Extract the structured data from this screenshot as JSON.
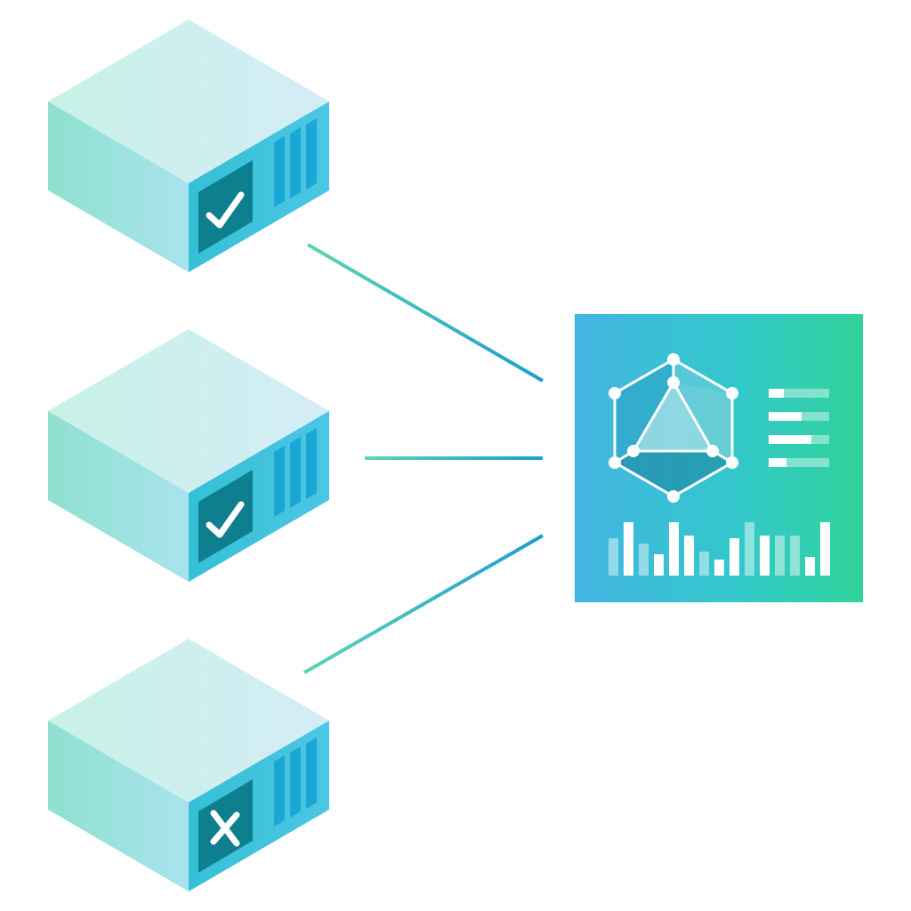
{
  "diagram": {
    "servers": [
      {
        "id": "server-1",
        "status": "ok",
        "status_icon": "checkmark-icon"
      },
      {
        "id": "server-2",
        "status": "ok",
        "status_icon": "checkmark-icon"
      },
      {
        "id": "server-3",
        "status": "failed",
        "status_icon": "cross-icon"
      }
    ],
    "connections": [
      {
        "from": "server-1",
        "to": "dashboard"
      },
      {
        "from": "server-2",
        "to": "dashboard"
      },
      {
        "from": "server-3",
        "to": "dashboard"
      }
    ],
    "dashboard": {
      "graph_icon": "graphql-network-icon",
      "progress_bars": [
        0.25,
        0.55,
        0.7,
        0.3
      ],
      "mini_bar_chart": [
        {
          "value": 0.7,
          "highlight": false
        },
        {
          "value": 1.0,
          "highlight": true
        },
        {
          "value": 0.6,
          "highlight": false
        },
        {
          "value": 0.4,
          "highlight": true
        },
        {
          "value": 1.0,
          "highlight": true
        },
        {
          "value": 0.75,
          "highlight": true
        },
        {
          "value": 0.45,
          "highlight": false
        },
        {
          "value": 0.3,
          "highlight": true
        },
        {
          "value": 0.7,
          "highlight": true
        },
        {
          "value": 1.0,
          "highlight": false
        },
        {
          "value": 0.75,
          "highlight": true
        },
        {
          "value": 0.75,
          "highlight": false
        },
        {
          "value": 0.75,
          "highlight": false
        },
        {
          "value": 0.35,
          "highlight": true
        },
        {
          "value": 1.0,
          "highlight": true
        }
      ]
    },
    "colors": {
      "box_top_light": "#d2eef4",
      "box_top_mint": "#c6f0e6",
      "box_left": "#9fe2db",
      "box_front": "#3fc3d8",
      "box_slot": "#1aa7d6",
      "status_panel": "#0e7f8f",
      "line_start": "#5fd3b3",
      "line_end": "#1a9fd1",
      "dash_left": "#3fb6e0",
      "dash_right": "#2fd29c"
    }
  }
}
